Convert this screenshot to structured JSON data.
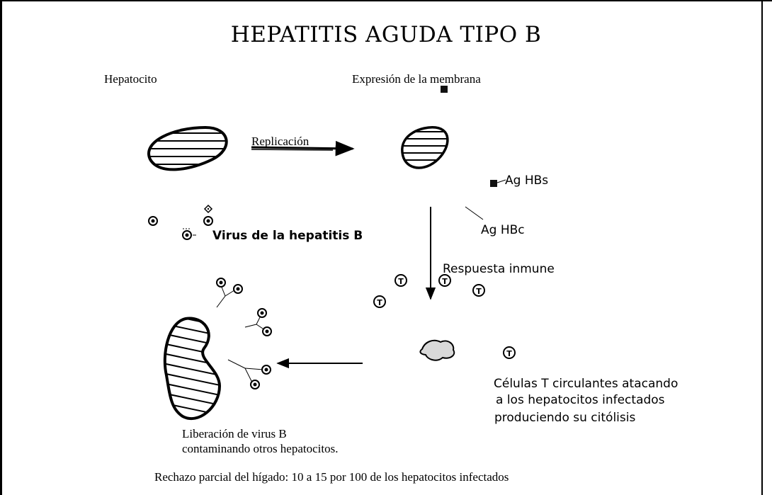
{
  "title": "HEPATITIS AGUDA TIPO B",
  "labels": {
    "hepatocyte": "Hepatocito",
    "membrane_expression": "Expresión de la membrana",
    "replication": "Replicación",
    "ag_hbs": "Ag HBs",
    "ag_hbc": "Ag HBc",
    "virus": "Virus de la hepatitis B",
    "immune_response": "Respuesta inmune",
    "t_cells_line1": "Células T circulantes atacando",
    "t_cells_line2": "a los hepatocitos infectados",
    "t_cells_line3": "produciendo su citólisis",
    "release_line1": "Liberación de virus B",
    "release_line2": "contaminando otros hepatocitos.",
    "footer": "Rechazo parcial del hígado: 10 a 15 por 100 de los hepatocitos infectados",
    "t_marker": "T"
  }
}
